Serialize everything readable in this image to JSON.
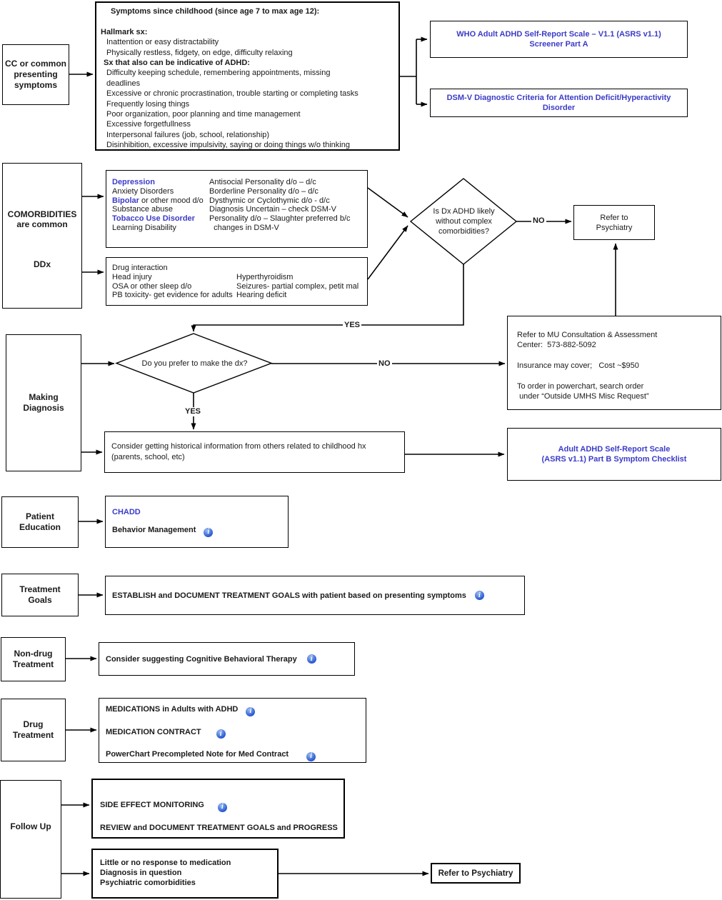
{
  "colors": {
    "link_blue": "#3b3bc7",
    "info_icon_blue": "#2a5bd7",
    "line_black": "#000000"
  },
  "icons": {
    "info_glyph": "i"
  },
  "labels": {
    "yes": "YES",
    "no": "NO"
  },
  "left_column": {
    "cc": "CC or common\npresenting\nsymptoms",
    "comorbidities": "COMORBIDITIES\nare common",
    "ddx": "DDx",
    "making_diagnosis": "Making\nDiagnosis",
    "patient_education": "Patient\nEducation",
    "treatment_goals": "Treatment\nGoals",
    "non_drug_treatment": "Non-drug\nTreatment",
    "drug_treatment": "Drug\nTreatment",
    "follow_up": "Follow Up"
  },
  "symptoms_box": {
    "title": "Symptoms since childhood (since age 7 to max age 12):",
    "hallmark_heading": "Hallmark sx:",
    "hallmark_items": "Inattention or easy distractability\nPhysically restless, fidgety, on edge, difficulty relaxing",
    "also_heading": "Sx that also can be indicative of ADHD:",
    "also_items": "Difficulty keeping schedule, remembering appointments, missing\ndeadlines\nExcessive or chronic procrastination, trouble starting or completing tasks\nFrequently losing things\nPoor organization, poor planning and time management\nExcessive forgetfullness\nInterpersonal failures (job, school, relationship)\nDisinhibition, excessive impulsivity, saying or doing things w/o thinking"
  },
  "screeners": {
    "who": "WHO Adult ADHD Self-Report Scale – V1.1 (ASRS v1.1)\nScreener Part A",
    "dsm": "DSM-V Diagnostic Criteria for Attention Deficit/Hyperactivity\nDisorder"
  },
  "comorbid_box": {
    "depression": "Depression",
    "anxiety": "Anxiety Disorders",
    "bipolar": "Bipolar",
    "bipolar_rest": " or other mood d/o",
    "substance": "Substance abuse",
    "tobacco": "Tobacco Use Disorder",
    "learning": "Learning Disability",
    "col2": "Antisocial Personality d/o – d/c\nBorderline Personality d/o – d/c\nDysthymic or Cyclothymic d/o - d/c\nDiagnosis Uncertain – check DSM-V\nPersonality d/o – Slaughter preferred b/c\n  changes in DSM-V"
  },
  "ddx_box": {
    "col1": "Drug interaction\nHead injury\nOSA or other sleep d/o\nPB toxicity- get evidence for adults",
    "col2": "Hyperthyroidism\nSeizures- partial complex, petit mal\nHearing deficit"
  },
  "decisions": {
    "dx_likely": "Is Dx ADHD likely\nwithout complex\ncomorbidities?",
    "prefer_dx": "Do you prefer to make the dx?"
  },
  "refer_psychiatry_top": "Refer to\nPsychiatry",
  "mu_center": "Refer to MU Consultation & Assessment\nCenter:  573-882-5092\n\nInsurance may cover;   Cost ~$950\n\nTo order in powerchart, search order\n under “Outside UMHS Misc Request”",
  "consider_history": "Consider getting historical information from others related to childhood hx\n(parents, school, etc)",
  "asrs_part_b": "Adult ADHD Self-Report Scale\n(ASRS v1.1) Part B Symptom Checklist",
  "patient_education_box": {
    "chadd": "CHADD",
    "behavior": "Behavior Management"
  },
  "treatment_goals_box": {
    "text": "ESTABLISH and DOCUMENT TREATMENT GOALS with patient based on presenting symptoms"
  },
  "non_drug_box": {
    "text": "Consider suggesting Cognitive Behavioral Therapy"
  },
  "drug_box": {
    "medications": "MEDICATIONS in Adults with ADHD",
    "contract": "MEDICATION CONTRACT",
    "powerchart": "PowerChart Precompleted Note for Med Contract"
  },
  "follow_up_box": {
    "line1": "SIDE EFFECT MONITORING",
    "line2": "REVIEW and DOCUMENT TREATMENT GOALS and PROGRESS"
  },
  "escalation_box": "Little or no response to medication\nDiagnosis in question\nPsychiatric comorbidities",
  "refer_psychiatry_bottom": "Refer to Psychiatry"
}
